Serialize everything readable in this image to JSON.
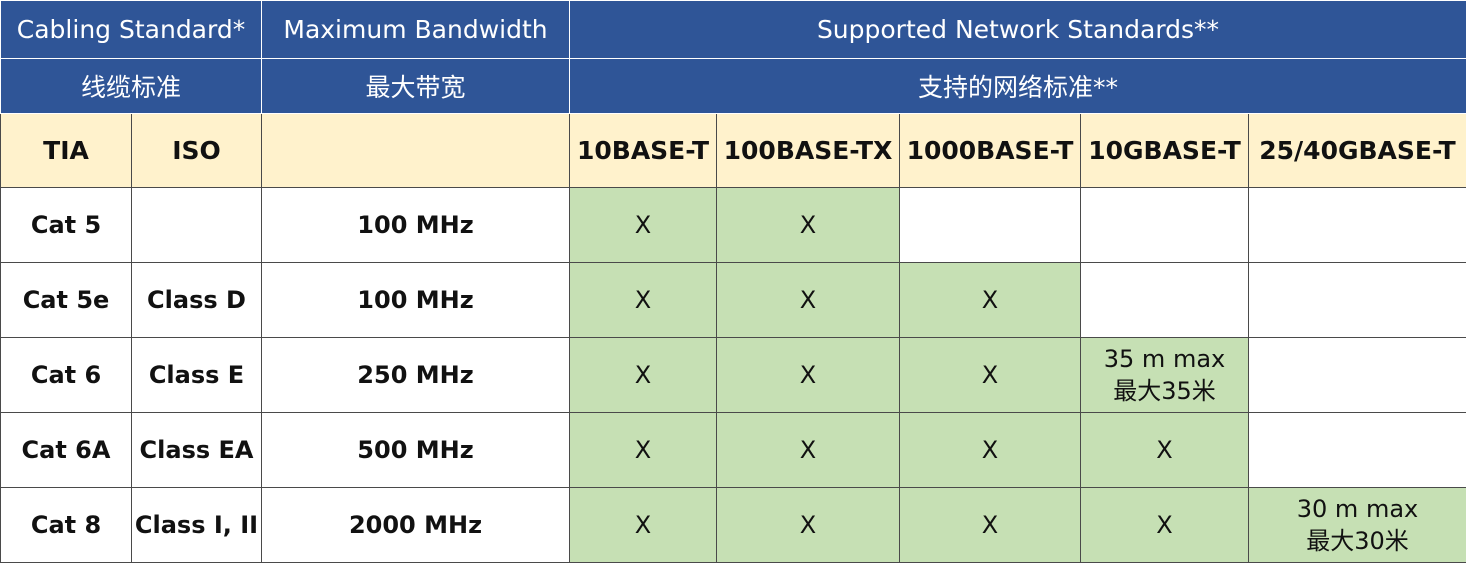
{
  "header": {
    "cabling_en": "Cabling Standard*",
    "bandwidth_en": "Maximum Bandwidth",
    "network_en": "Supported Network Standards**",
    "cabling_zh": "线缆标准",
    "bandwidth_zh": "最大带宽",
    "network_zh": "支持的网络标准**",
    "tia": "TIA",
    "iso": "ISO",
    "net_cols": [
      "10BASE-T",
      "100BASE-TX",
      "1000BASE-T",
      "10GBASE-T",
      "25/40GBASE-T"
    ]
  },
  "rows": [
    {
      "tia": "Cat 5",
      "iso": "",
      "bandwidth": "100 MHz",
      "cells": [
        {
          "text": "X"
        },
        {
          "text": "X"
        },
        {
          "text": ""
        },
        {
          "text": ""
        },
        {
          "text": ""
        }
      ]
    },
    {
      "tia": "Cat 5e",
      "iso": "Class D",
      "bandwidth": "100 MHz",
      "cells": [
        {
          "text": "X"
        },
        {
          "text": "X"
        },
        {
          "text": "X"
        },
        {
          "text": ""
        },
        {
          "text": ""
        }
      ]
    },
    {
      "tia": "Cat 6",
      "iso": "Class E",
      "bandwidth": "250 MHz",
      "cells": [
        {
          "text": "X"
        },
        {
          "text": "X"
        },
        {
          "text": "X"
        },
        {
          "line1": "35 m max",
          "line2": "最大35米"
        },
        {
          "text": ""
        }
      ]
    },
    {
      "tia": "Cat 6A",
      "iso": "Class EA",
      "bandwidth": "500 MHz",
      "cells": [
        {
          "text": "X"
        },
        {
          "text": "X"
        },
        {
          "text": "X"
        },
        {
          "text": "X"
        },
        {
          "text": ""
        }
      ]
    },
    {
      "tia": "Cat 8",
      "iso": "Class I, II",
      "bandwidth": "2000 MHz",
      "cells": [
        {
          "text": "X"
        },
        {
          "text": "X"
        },
        {
          "text": "X"
        },
        {
          "text": "X"
        },
        {
          "line1": "30 m max",
          "line2": "最大30米"
        }
      ]
    }
  ],
  "colors": {
    "header_bg": "#2f5597",
    "subheader_bg": "#fff2cc",
    "supported_bg": "#c6e0b4"
  }
}
